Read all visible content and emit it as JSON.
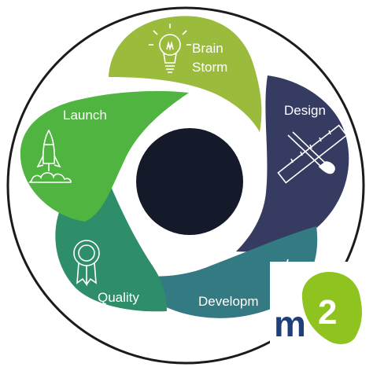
{
  "diagram": {
    "stages": [
      {
        "label_lines": [
          "Brain",
          "Storm"
        ],
        "icon": "lightbulb-icon",
        "color": "#9bbb3c"
      },
      {
        "label_lines": [
          "Design"
        ],
        "icon": "ruler-brush-icon",
        "color": "#363b62"
      },
      {
        "label_lines": [
          "Developm"
        ],
        "icon": "code-icon",
        "color": "#347a82"
      },
      {
        "label_lines": [
          "Quality"
        ],
        "icon": "ribbon-award-icon",
        "color": "#2e8e69"
      },
      {
        "label_lines": [
          "Launch"
        ],
        "icon": "rocket-icon",
        "color": "#4fb540"
      }
    ],
    "center_color": "#151a2b",
    "ring_color": "#1b1b1b"
  },
  "logo": {
    "letter_m": "m",
    "digit_2": "2",
    "m_color": "#1f3f7a",
    "blob_color": "#8fc31f"
  }
}
